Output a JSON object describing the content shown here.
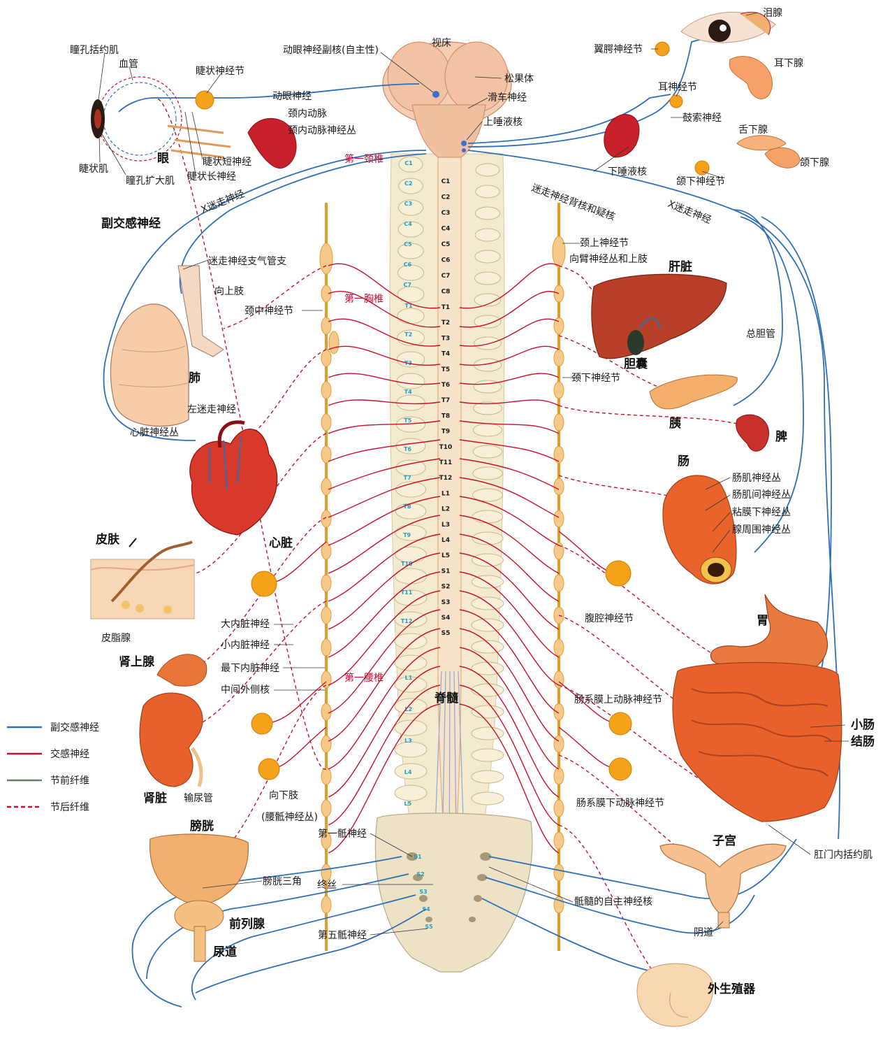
{
  "labels": {
    "pupil_sphincter": "瞳孔括约肌",
    "blood_vessel": "血管",
    "ciliary_ganglion": "睫状神经节",
    "oculomotor_accessory": "动眼神经副核(自主性)",
    "thalamus": "视床",
    "pineal": "松果体",
    "trochlear": "滑车神经",
    "oculomotor": "动眼神经",
    "internal_carotid": "颈内动脉",
    "internal_carotid_plexus": "颈内动脉神经丛",
    "superior_salivatory": "上唾液核",
    "ciliary_muscle": "睫状肌",
    "eye": "眼",
    "pupil_dilator": "瞳孔扩大肌",
    "short_ciliary": "睫状短神经",
    "long_ciliary": "睫状长神经",
    "first_cervical": "第一颈椎",
    "lacrimal": "泪腺",
    "pterygopalatine": "翼腭神经节",
    "parotid": "耳下腺",
    "otic_ganglion": "耳神经节",
    "chorda_tympani": "鼓索神经",
    "sublingual": "舌下腺",
    "submandibular_gland": "颌下腺",
    "inferior_salivatory": "下唾液核",
    "submandibular_ganglion": "颌下神经节",
    "vagus_left": "X迷走神经",
    "vagus_right": "X迷走神经",
    "vagus_dorsal": "迷走神经背核和疑核",
    "parasympathetic_title": "副交感神经",
    "vagus_bronchial": "迷走神经支气管支",
    "to_upper_limb": "向上肢",
    "middle_cervical": "颈中神经节",
    "first_thoracic": "第一胸椎",
    "lung": "肺",
    "left_vagus": "左迷走神经",
    "cardiac_plexus": "心脏神经丛",
    "heart": "心脏",
    "superior_cervical": "颈上神经节",
    "to_brachial": "向臂神经丛和上肢",
    "liver": "肝脏",
    "common_bile_duct": "总胆管",
    "gallbladder": "胆囊",
    "inferior_cervical": "颈下神经节",
    "pancreas": "胰",
    "spleen": "脾",
    "intestine": "肠",
    "myenteric": "肠肌神经丛",
    "intermuscular": "肠肌间神经丛",
    "submucosal": "粘膜下神经丛",
    "periglandular": "腺周围神经丛",
    "skin": "皮肤",
    "sebaceous": "皮脂腺",
    "greater_splanchnic": "大内脏神经",
    "lesser_splanchnic": "小内脏神经",
    "least_splanchnic": "最下内脏神经",
    "intermediolateral": "中间外侧核",
    "adrenal": "肾上腺",
    "kidney": "肾脏",
    "ureter": "输尿管",
    "celiac": "腹腔神经节",
    "stomach": "胃",
    "first_lumbar": "第一腰椎",
    "spinal_cord": "脊髓",
    "sup_mesenteric": "肠系膜上动脉神经节",
    "small_intestine": "小肠",
    "colon": "结肠",
    "inf_mesenteric": "肠系膜下动脉神经节",
    "to_lower_limb": "向下肢",
    "lumbosacral": "(腰骶神经丛)",
    "first_sacral": "第一骶神经",
    "bladder": "膀胱",
    "trigone": "膀胱三角",
    "filum": "终丝",
    "sacral_autonomic": "骶髓的自主神经核",
    "uterus": "子宫",
    "anal_sphincter": "肛门内括约肌",
    "vagina": "阴道",
    "prostate": "前列腺",
    "urethra": "尿道",
    "fifth_sacral": "第五骶神经",
    "genitals": "外生殖器"
  },
  "vertebrae": {
    "cervical": [
      "C1",
      "C2",
      "C3",
      "C4",
      "C5",
      "C6",
      "C7",
      "C8"
    ],
    "thoracic": [
      "T1",
      "T2",
      "T3",
      "T4",
      "T5",
      "T6",
      "T7",
      "T8",
      "T9",
      "T10",
      "T11",
      "T12"
    ],
    "lumbar": [
      "L1",
      "L2",
      "L3",
      "L4",
      "L5"
    ],
    "sacral": [
      "S1",
      "S2",
      "S3",
      "S4",
      "S5"
    ],
    "left_cervical": [
      "C1",
      "C2",
      "C3",
      "C4",
      "C5",
      "C6",
      "C7"
    ],
    "left_thoracic": [
      "T1",
      "T2",
      "T3",
      "T4",
      "T5",
      "T6",
      "T7",
      "T8",
      "T9",
      "T10",
      "T11",
      "T12"
    ],
    "left_lumbar": [
      "L1",
      "L2",
      "L3",
      "L4",
      "L5"
    ],
    "left_sacral": [
      "S1",
      "S2",
      "S3",
      "S4",
      "S5"
    ]
  },
  "legend": [
    {
      "label": "副交感神经",
      "color": "#2e6fb7",
      "style": "solid"
    },
    {
      "label": "交感神经",
      "color": "#c8102e",
      "style": "solid"
    },
    {
      "label": "节前纤维",
      "color": "#6b7a6b",
      "style": "solid"
    },
    {
      "label": "节后纤维",
      "color": "#c8102e",
      "style": "dashed"
    }
  ]
}
